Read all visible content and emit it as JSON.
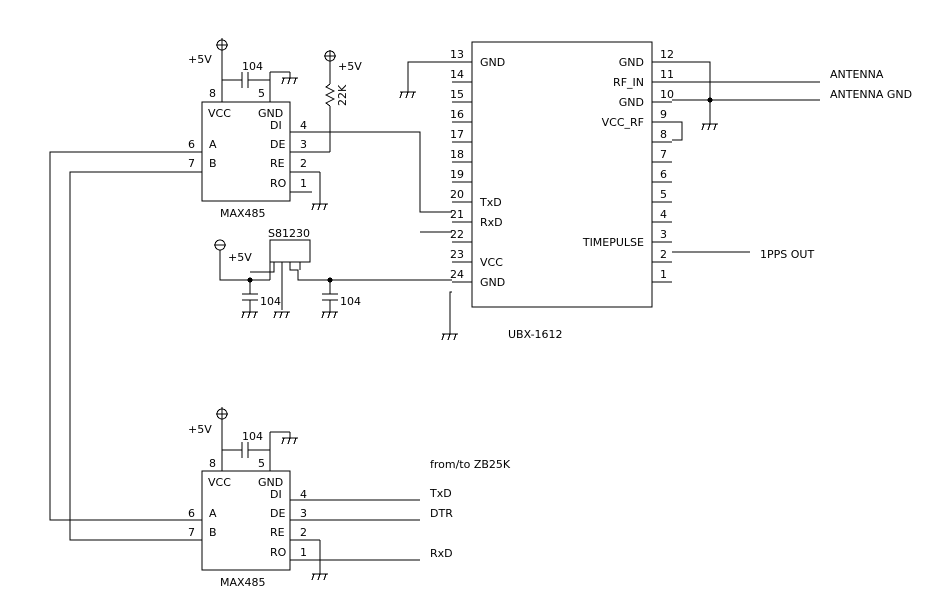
{
  "supply": {
    "vcc_label": "+5V"
  },
  "resistor": {
    "value": "22K"
  },
  "caps": {
    "value": "104"
  },
  "max485_top": {
    "name": "MAX485",
    "pins": {
      "vcc": "VCC",
      "gnd": "GND",
      "di": "DI",
      "de": "DE",
      "re": "RE",
      "ro": "RO",
      "a": "A",
      "b": "B"
    },
    "pin_numbers": {
      "p8": "8",
      "p5": "5",
      "p4": "4",
      "p3": "3",
      "p2": "2",
      "p1": "1",
      "p6": "6",
      "p7": "7"
    }
  },
  "max485_bottom": {
    "name": "MAX485",
    "pins": {
      "vcc": "VCC",
      "gnd": "GND",
      "di": "DI",
      "de": "DE",
      "re": "RE",
      "ro": "RO",
      "a": "A",
      "b": "B"
    },
    "pin_numbers": {
      "p8": "8",
      "p5": "5",
      "p4": "4",
      "p3": "3",
      "p2": "2",
      "p1": "1",
      "p6": "6",
      "p7": "7"
    }
  },
  "regulator": {
    "name": "S81230"
  },
  "ubx": {
    "name": "UBX-1612",
    "left_pins": [
      {
        "num": "13",
        "label": "GND"
      },
      {
        "num": "14",
        "label": ""
      },
      {
        "num": "15",
        "label": ""
      },
      {
        "num": "16",
        "label": ""
      },
      {
        "num": "17",
        "label": ""
      },
      {
        "num": "18",
        "label": ""
      },
      {
        "num": "19",
        "label": ""
      },
      {
        "num": "20",
        "label": "TxD"
      },
      {
        "num": "21",
        "label": "RxD"
      },
      {
        "num": "22",
        "label": ""
      },
      {
        "num": "23",
        "label": "VCC"
      },
      {
        "num": "24",
        "label": "GND"
      }
    ],
    "right_pins": [
      {
        "num": "12",
        "label": "GND"
      },
      {
        "num": "11",
        "label": "RF_IN"
      },
      {
        "num": "10",
        "label": "GND"
      },
      {
        "num": "9",
        "label": "VCC_RF"
      },
      {
        "num": "8",
        "label": ""
      },
      {
        "num": "7",
        "label": ""
      },
      {
        "num": "6",
        "label": ""
      },
      {
        "num": "5",
        "label": ""
      },
      {
        "num": "4",
        "label": ""
      },
      {
        "num": "3",
        "label": "TIMEPULSE"
      },
      {
        "num": "2",
        "label": ""
      },
      {
        "num": "1",
        "label": ""
      }
    ]
  },
  "nets": {
    "antenna": "ANTENNA",
    "antenna_gnd": "ANTENNA GND",
    "pps_out": "1PPS OUT",
    "from_to": "from/to ZB25K",
    "txd": "TxD",
    "dtr": "DTR",
    "rxd": "RxD"
  }
}
